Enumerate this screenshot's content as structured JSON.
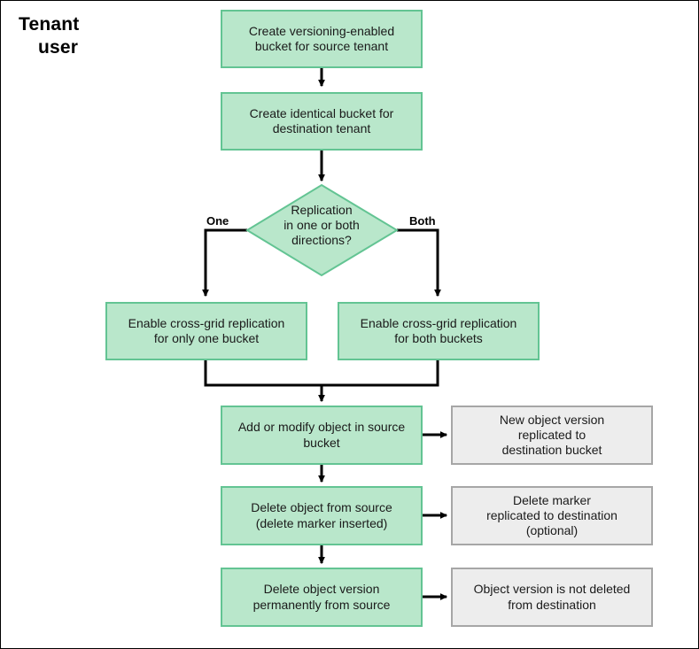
{
  "diagram": {
    "title": "Tenant\nuser",
    "title_line1": "Tenant",
    "title_line2": "user",
    "colors": {
      "green_fill": "#b9e7cb",
      "green_border": "#63c493",
      "gray_fill": "#ededed",
      "gray_border": "#a6a6a6",
      "line": "#000000",
      "text": "#1a1a1a",
      "page_border": "#000000",
      "background": "#ffffff"
    },
    "nodes": {
      "create_source_bucket": {
        "line1": "Create versioning-enabled",
        "line2": "bucket for source tenant",
        "shape": "rectangle",
        "style": "green"
      },
      "create_destination_bucket": {
        "line1": "Create identical bucket for",
        "line2": "destination tenant",
        "shape": "rectangle",
        "style": "green"
      },
      "decision_direction": {
        "line1": "Replication",
        "line2": "in one or both",
        "line3": "directions?",
        "shape": "diamond",
        "style": "green"
      },
      "enable_one_bucket": {
        "line1": "Enable cross-grid replication",
        "line2": "for only one bucket",
        "shape": "rectangle",
        "style": "green"
      },
      "enable_both_buckets": {
        "line1": "Enable cross-grid replication",
        "line2": "for both buckets",
        "shape": "rectangle",
        "style": "green"
      },
      "add_modify_object": {
        "line1": "Add or modify object in source",
        "line2": "bucket",
        "shape": "rectangle",
        "style": "green"
      },
      "new_object_version_result": {
        "line1": "New object version",
        "line2": "replicated to",
        "line3": "destination bucket",
        "shape": "rectangle",
        "style": "gray"
      },
      "delete_object_source": {
        "line1": "Delete object from source",
        "line2": "(delete marker inserted)",
        "shape": "rectangle",
        "style": "green"
      },
      "delete_marker_result": {
        "line1": "Delete marker",
        "line2": "replicated to destination",
        "line3": "(optional)",
        "shape": "rectangle",
        "style": "gray"
      },
      "delete_version_permanently": {
        "line1": "Delete object version",
        "line2": "permanently from source",
        "shape": "rectangle",
        "style": "green"
      },
      "version_not_deleted_result": {
        "line1": "Object version is not deleted",
        "line2": "from destination",
        "shape": "rectangle",
        "style": "gray"
      }
    },
    "edge_labels": {
      "branch_one": "One",
      "branch_both": "Both"
    }
  }
}
